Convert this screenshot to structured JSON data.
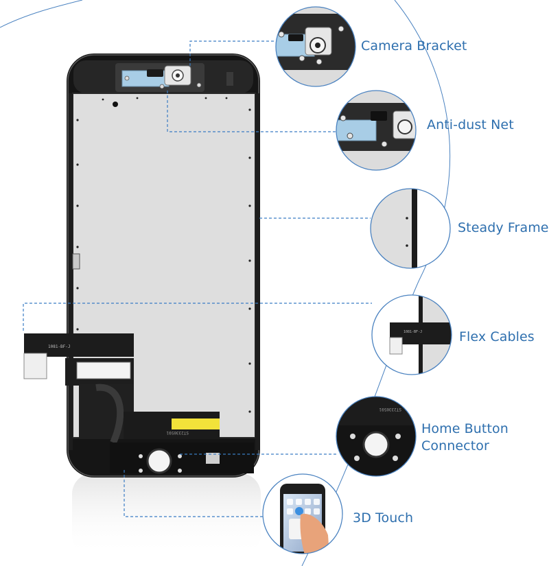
{
  "callouts": [
    {
      "id": "camera-bracket",
      "lines": [
        "Camera Bracket"
      ]
    },
    {
      "id": "anti-dust-net",
      "lines": [
        "Anti-dust Net"
      ]
    },
    {
      "id": "steady-frame",
      "lines": [
        "Steady Frame"
      ]
    },
    {
      "id": "flex-cables",
      "lines": [
        "Flex Cables"
      ]
    },
    {
      "id": "home-button-connector",
      "lines": [
        "Home Button",
        "Connector"
      ]
    },
    {
      "id": "3d-touch",
      "lines": [
        "3D Touch"
      ]
    }
  ],
  "colors": {
    "accent": "#2e6fae",
    "leader_line": "#3a7cc4",
    "arc": "#4a82c0",
    "frame_black": "#151515",
    "panel_grey": "#dedede",
    "bracket_blue": "#a8cde6",
    "sticker_yellow": "#f2e23a"
  },
  "decorative_text": {
    "flex_print": "1081-BF-J",
    "connector_print": "ST2330591"
  }
}
